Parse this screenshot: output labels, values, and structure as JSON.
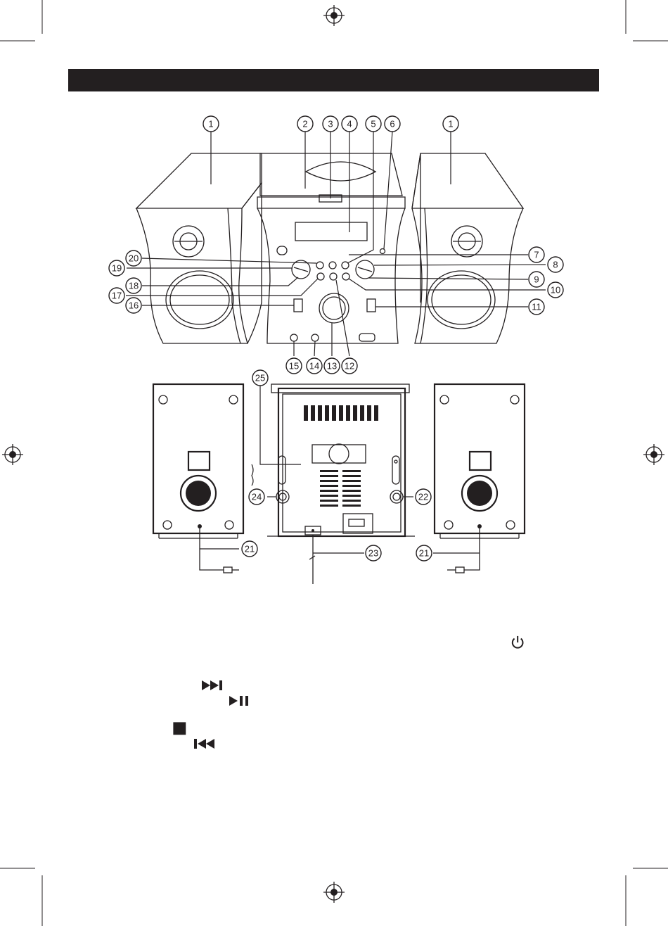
{
  "header": {
    "title": ""
  },
  "callouts": {
    "c1": "1",
    "c2": "2",
    "c3": "3",
    "c4": "4",
    "c5": "5",
    "c6": "6",
    "c1b": "1",
    "c7": "7",
    "c8": "8",
    "c9": "9",
    "c10": "10",
    "c11": "11",
    "c12": "12",
    "c13": "13",
    "c14": "14",
    "c15": "15",
    "c16": "16",
    "c17": "17",
    "c18": "18",
    "c19": "19",
    "c20": "20",
    "c21a": "21",
    "c21b": "21",
    "c22": "22",
    "c23": "23",
    "c24": "24",
    "c25": "25"
  },
  "legend_icons": [
    "power-icon",
    "next-track-icon",
    "play-pause-icon",
    "stop-icon",
    "previous-track-icon"
  ],
  "colors": {
    "ink": "#231f20",
    "paper": "#ffffff"
  }
}
